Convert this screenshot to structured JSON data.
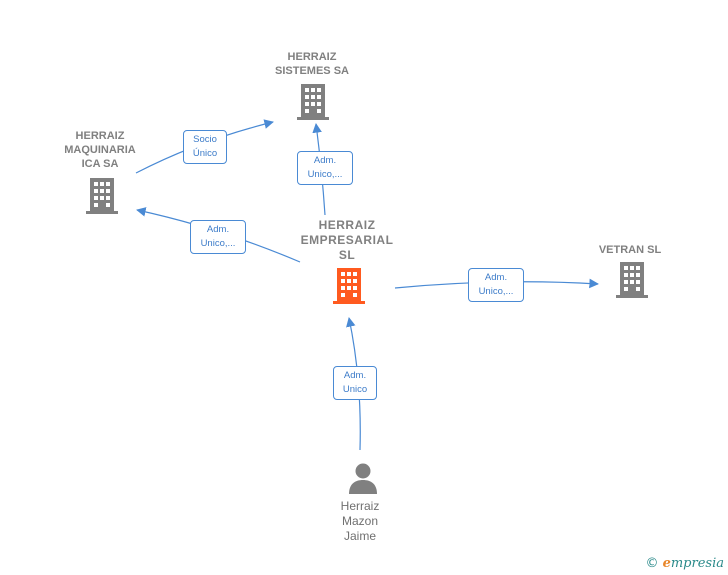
{
  "nodes": {
    "main": {
      "label": "HERRAIZ\nEMPRESARIAL\nSL",
      "color": "#ff5a1f"
    },
    "sistemes": {
      "label": "HERRAIZ\nSISTEMES SA",
      "color": "#808080"
    },
    "maquinaria": {
      "label": "HERRAIZ\nMAQUINARIA\nICA SA",
      "color": "#808080"
    },
    "vetran": {
      "label": "VETRAN SL",
      "color": "#808080"
    },
    "person": {
      "label": "Herraiz\nMazon\nJaime",
      "color": "#808080"
    }
  },
  "relations": {
    "socio_unico": "Socio\nÚnico",
    "adm_sistemes": "Adm.\nUnico,...",
    "adm_maquinaria": "Adm.\nUnico,...",
    "adm_vetran": "Adm.\nUnico,...",
    "adm_person": "Adm.\nUnico"
  },
  "colors": {
    "edge": "#4a8ad4",
    "building": "#808080",
    "main_building": "#ff5a1f"
  },
  "footer": {
    "copyright": "©",
    "brand_e": "e",
    "brand_rest": "mpresia"
  }
}
